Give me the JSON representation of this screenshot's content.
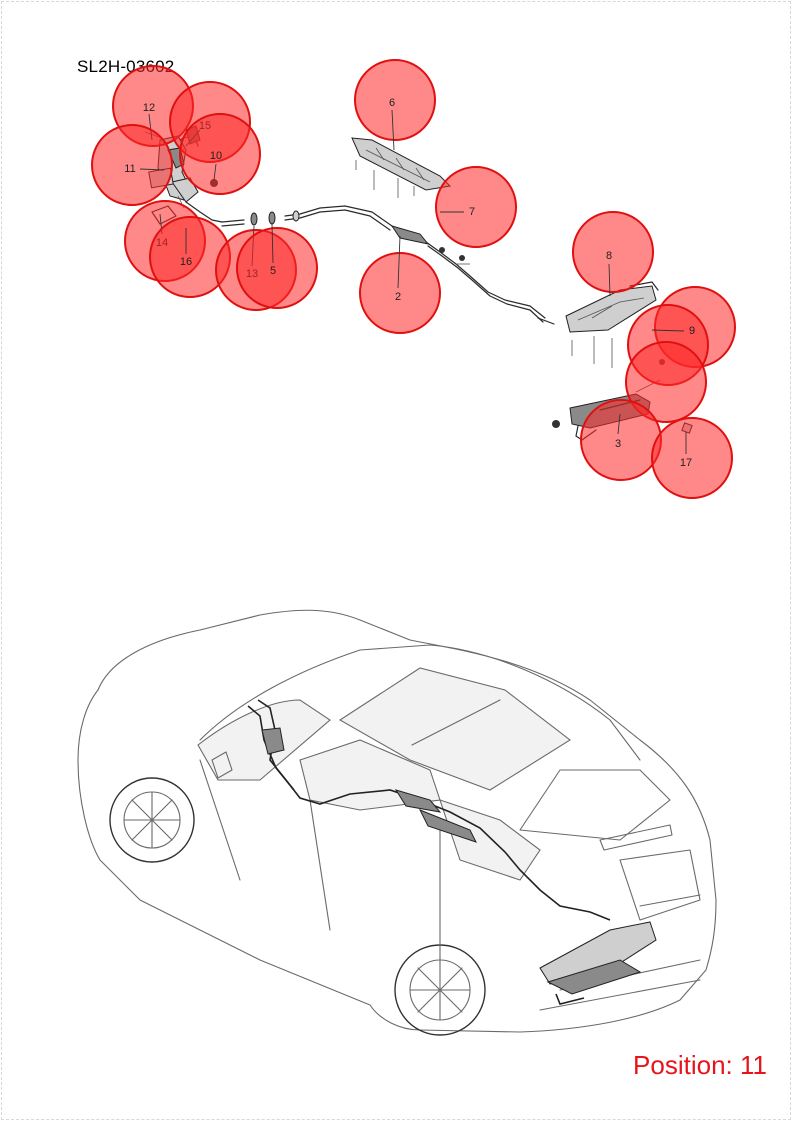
{
  "diagram_code": "SL2H-03602",
  "position": {
    "label": "Position:",
    "value": "11"
  },
  "callouts": [
    {
      "id": "12",
      "label": "12"
    },
    {
      "id": "15",
      "label": "15"
    },
    {
      "id": "10",
      "label": "10"
    },
    {
      "id": "11",
      "label": "11"
    },
    {
      "id": "14",
      "label": "14"
    },
    {
      "id": "16",
      "label": "16"
    },
    {
      "id": "13",
      "label": "13"
    },
    {
      "id": "5",
      "label": "5"
    },
    {
      "id": "6",
      "label": "6"
    },
    {
      "id": "7",
      "label": "7"
    },
    {
      "id": "2",
      "label": "2"
    },
    {
      "id": "8",
      "label": "8"
    },
    {
      "id": "9",
      "label": "9"
    },
    {
      "id": "4",
      "label": ""
    },
    {
      "id": "3",
      "label": "3"
    },
    {
      "id": "17",
      "label": "17"
    }
  ],
  "colors": {
    "hotspot_fill": "#ff2828",
    "hotspot_stroke": "#e01010",
    "position_text": "#e8141b",
    "line_art": "#2a2a2a"
  }
}
